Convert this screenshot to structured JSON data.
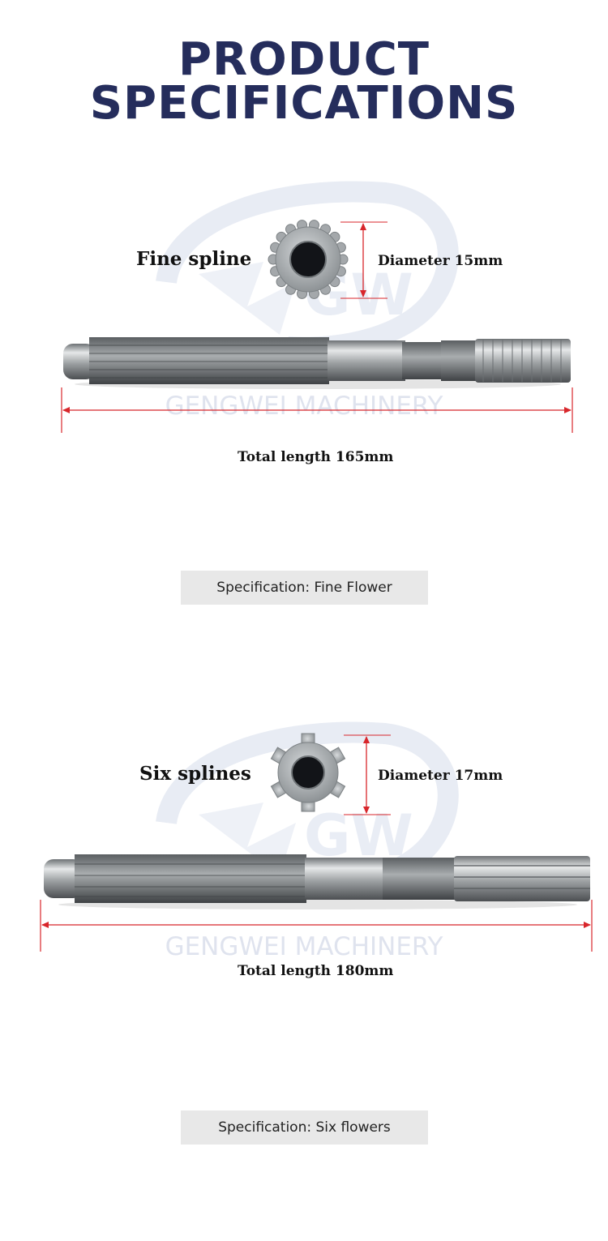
{
  "title": {
    "line1": "PRODUCT",
    "line2": "SPECIFICATIONS"
  },
  "colors": {
    "title": "#252d5c",
    "dimension_line": "#d8262b",
    "spec_box_bg": "#e8e8e8",
    "watermark": "#dfe3ee"
  },
  "products": [
    {
      "spline_label": "Fine spline",
      "diameter_label": "Diameter 15mm",
      "length_label": "Total length 165mm",
      "watermark": "GENGWEI MACHINERY",
      "spec_label": "Specification: Fine Flower"
    },
    {
      "spline_label": "Six splines",
      "diameter_label": "Diameter 17mm",
      "length_label": "Total length 180mm",
      "watermark": "GENGWEI MACHINERY",
      "spec_label": "Specification: Six flowers"
    }
  ]
}
